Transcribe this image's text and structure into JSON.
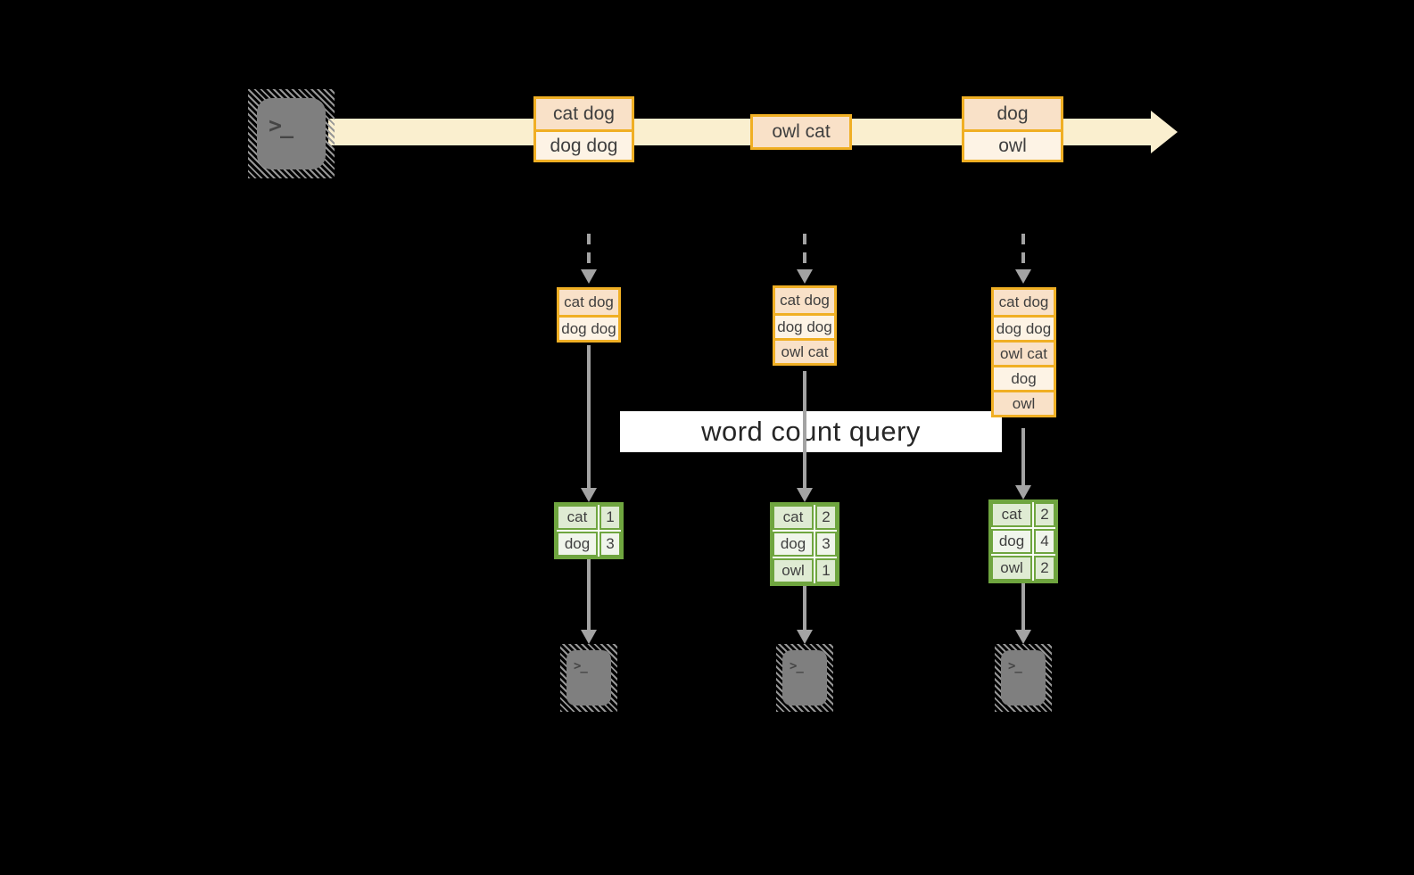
{
  "title": "streaming word count query diagram",
  "colors": {
    "background": "#000000",
    "stream_band": "#faefcf",
    "box_border": "#f0af24",
    "row_dark": "#f9e1c8",
    "row_light": "#fdf3e5",
    "table_border": "#6fa53f",
    "cell_dark": "#dfebd3",
    "cell_light": "#f0f5eb",
    "cell_gap": "#fbfdf8",
    "arrow_gray": "#a3a3a3",
    "terminal_fill": "#7f7f7f",
    "terminal_hatch": "#969696",
    "prompt_gray": "#454545",
    "text_dark": "#3f3f3f",
    "query_bg": "#ffffff",
    "query_text": "#262626"
  },
  "icons": {
    "terminal_prompt": ">_"
  },
  "query_label": "word count query",
  "stream": {
    "records": [
      {
        "lines": [
          "cat dog",
          "dog dog"
        ]
      },
      {
        "lines": [
          "owl cat"
        ]
      },
      {
        "lines": [
          "dog",
          "owl"
        ]
      }
    ]
  },
  "columns": [
    {
      "buffer": [
        "cat dog",
        "dog dog"
      ],
      "counts": [
        {
          "word": "cat",
          "count": 1
        },
        {
          "word": "dog",
          "count": 3
        }
      ]
    },
    {
      "buffer": [
        "cat dog",
        "dog dog",
        "owl cat"
      ],
      "counts": [
        {
          "word": "cat",
          "count": 2
        },
        {
          "word": "dog",
          "count": 3
        },
        {
          "word": "owl",
          "count": 1
        }
      ]
    },
    {
      "buffer": [
        "cat dog",
        "dog dog",
        "owl cat",
        "dog",
        "owl"
      ],
      "counts": [
        {
          "word": "cat",
          "count": 2
        },
        {
          "word": "dog",
          "count": 4
        },
        {
          "word": "owl",
          "count": 2
        }
      ]
    }
  ]
}
